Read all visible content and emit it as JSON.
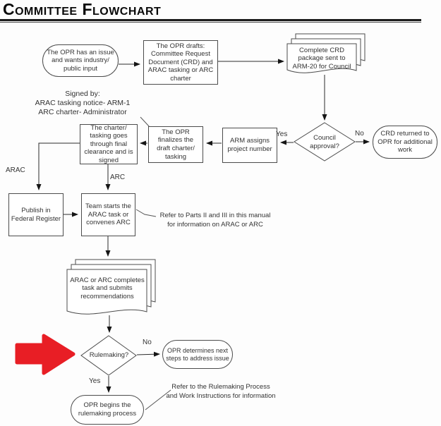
{
  "title": "Committee Flowchart",
  "colors": {
    "pointer_red": "#e81e25",
    "line": "#333333",
    "shape_border": "#4c4c4c"
  },
  "flow": {
    "start": "The OPR has an issue\nand wants industry/\npublic input",
    "drafts": "The OPR drafts:\nCommittee Request\nDocument (CRD) and\nARAC tasking or ARC\ncharter",
    "crd_package": "Complete CRD\npackage sent to\nARM-20 for Council",
    "council": "Council\napproval?",
    "crd_returned": "CRD returned to\nOPR for additional\nwork",
    "arm_assigns": "ARM assigns\nproject number",
    "finalize": "The OPR\nfinalizes the\ndraft charter/\ntasking",
    "charter_clearance": "The charter/\ntasking goes\nthrough final\nclearance and is\nsigned",
    "publish": "Publish in\nFederal Register",
    "team_starts": "Team starts the\nARAC task or\nconvenes ARC",
    "completes": "ARAC or ARC completes\ntask and submits\nrecommendations",
    "rulemaking": "Rulemaking?",
    "determines": "OPR determines next\nsteps to address issue",
    "begins": "OPR begins the\nrulemaking process"
  },
  "annotations": {
    "signed_by": "Signed by:\nARAC tasking notice- ARM-1\nARC charter- Administrator",
    "parts_note": "Refer to Parts II and III in this manual\nfor information on ARAC or ARC",
    "rulemaking_note": "Refer to the Rulemaking Process\nand Work Instructions for information"
  },
  "edge_labels": {
    "arac": "ARAC",
    "arc": "ARC",
    "council_yes": "Yes",
    "council_no": "No",
    "rulemaking_no": "No",
    "rulemaking_yes": "Yes"
  }
}
